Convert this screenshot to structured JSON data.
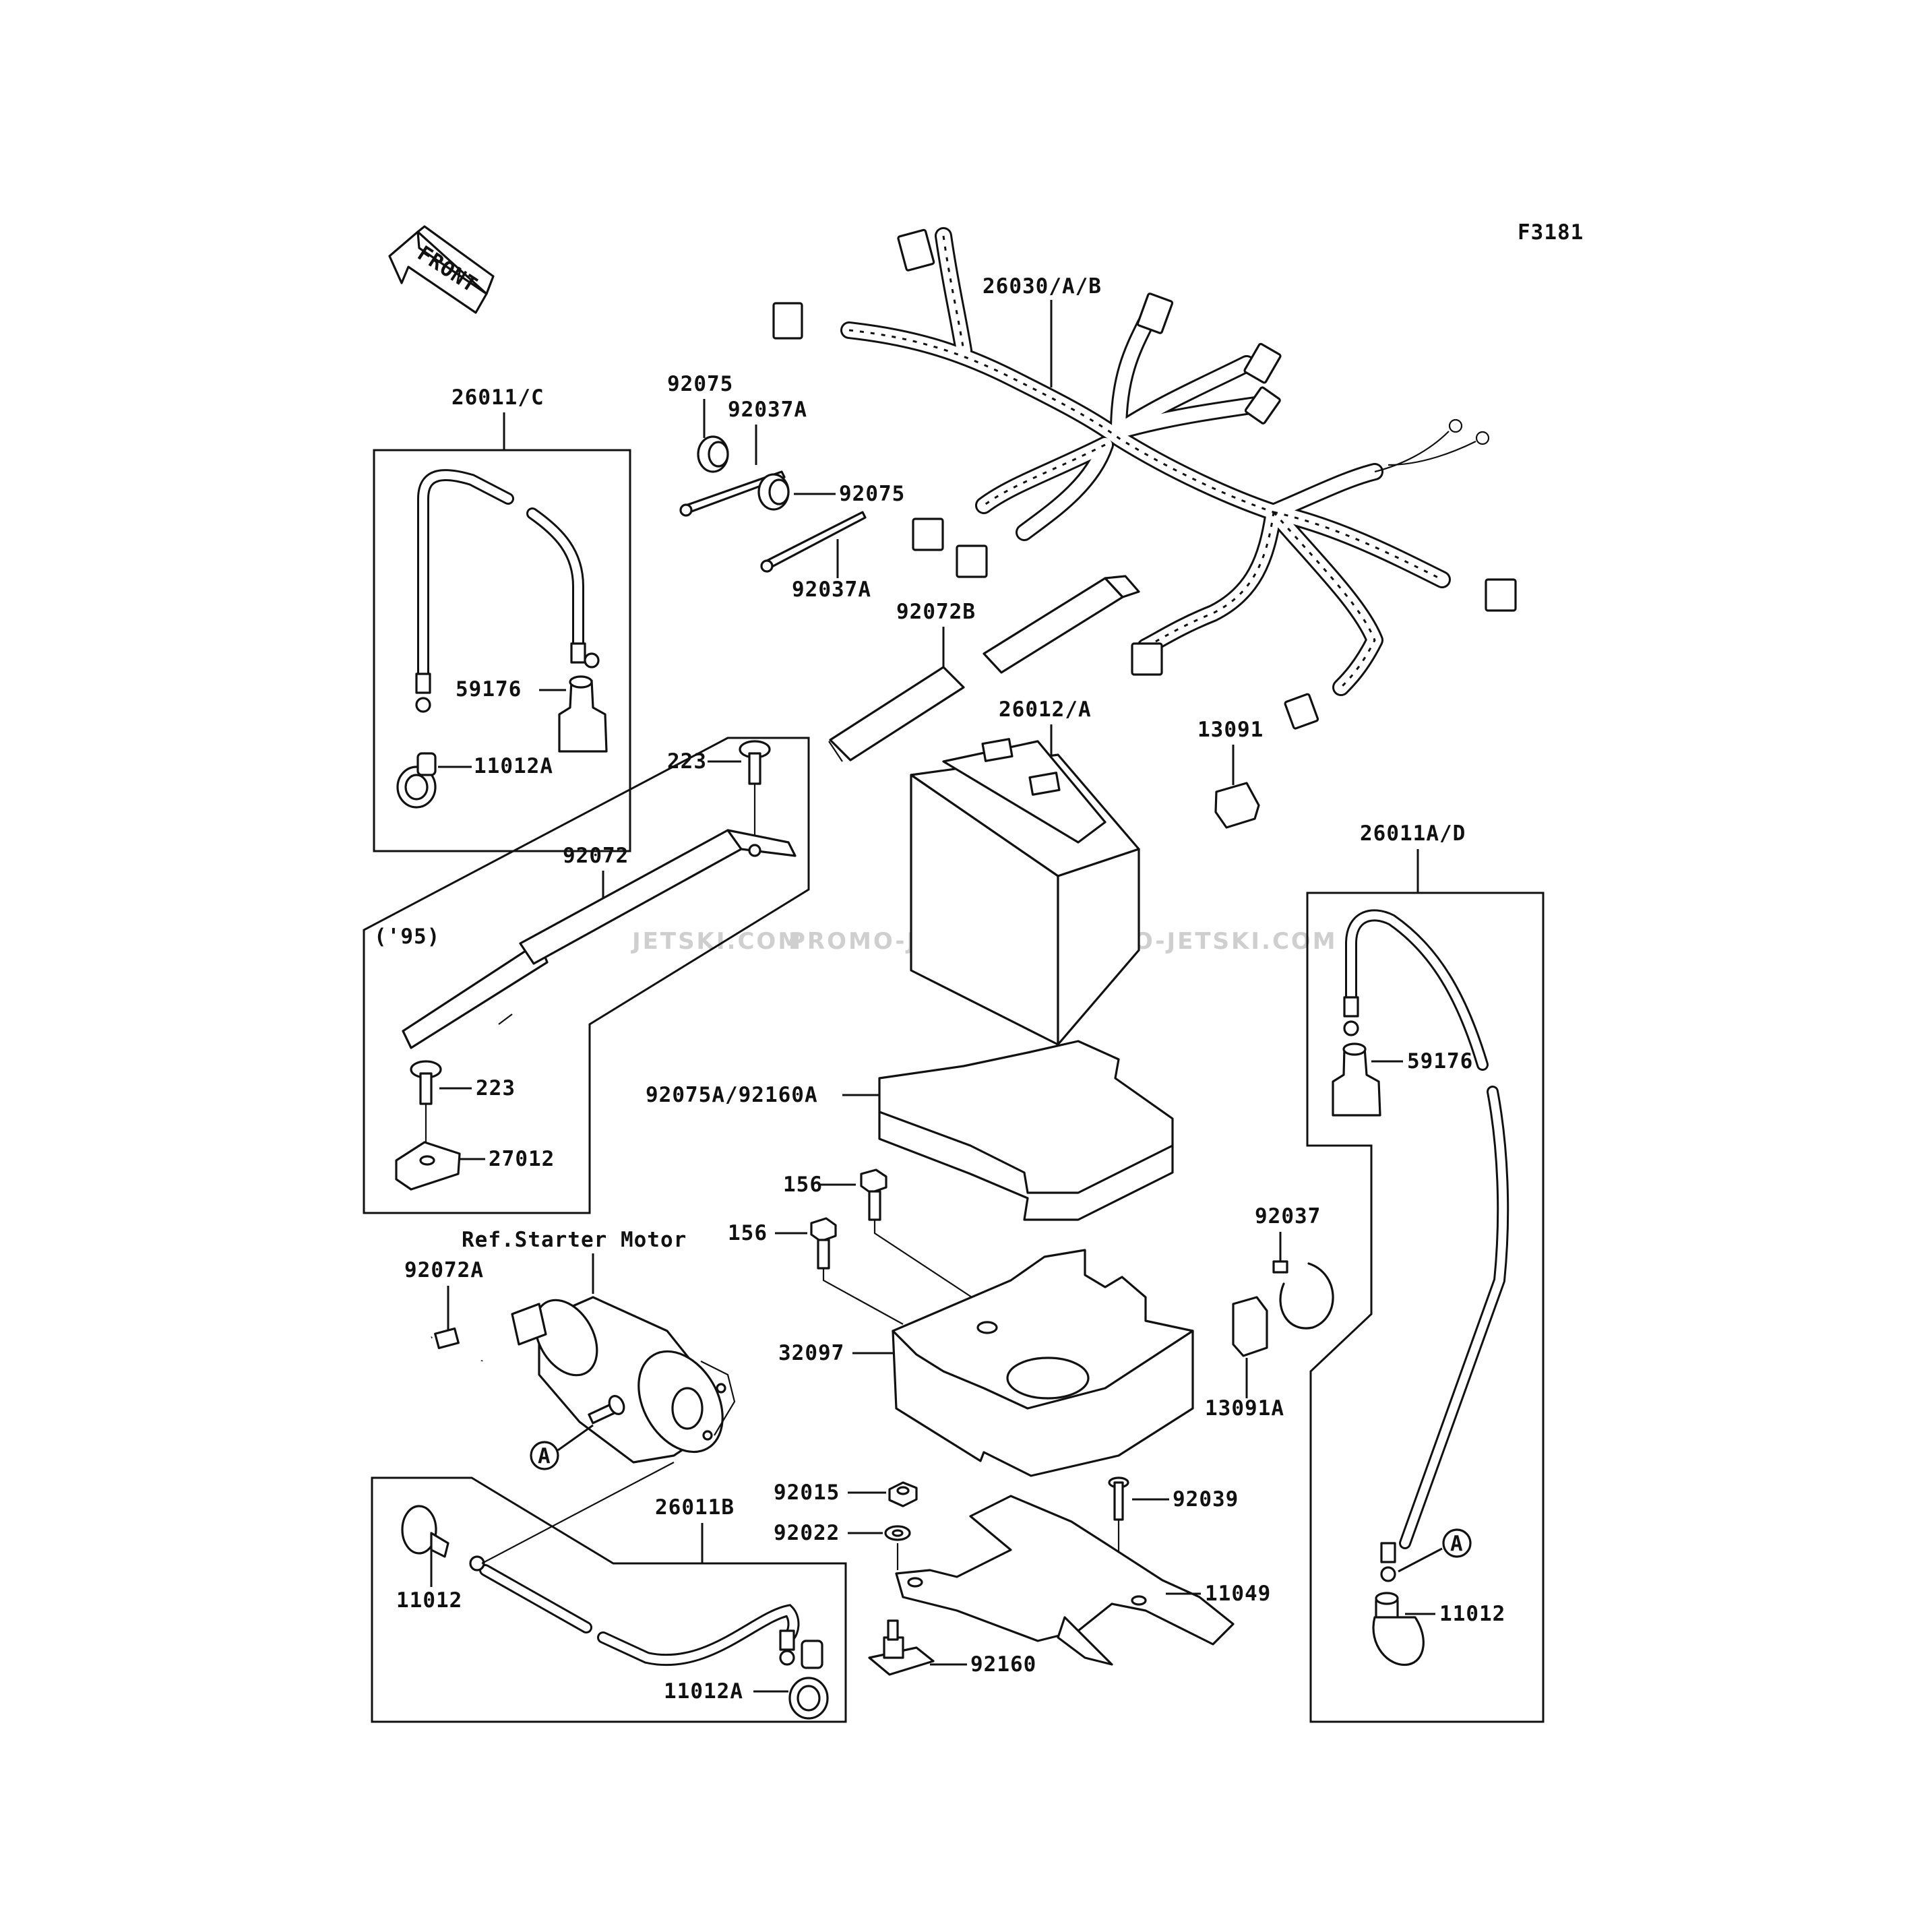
{
  "diagram": {
    "figure_code": "F3181",
    "front_arrow": "FRONT",
    "watermark": [
      "JETSKI.COM",
      "PROMO-JETSKI.COM",
      "PROMO-JETSKI.COM"
    ],
    "labels": {
      "harness": "26030/A/B",
      "cable_c": "26011/C",
      "cap_tl": "92075",
      "band_tl": "92037A",
      "cap_mid": "92075",
      "band_mid": "92037A",
      "strap_b": "92072B",
      "battery": "26012/A",
      "pad_13091": "13091",
      "boot_left": "59176",
      "cover_left": "11012A",
      "bolt_223_top": "223",
      "strap_92072": "92072",
      "year_95": "('95)",
      "bolt_223_bot": "223",
      "bracket_27012": "27012",
      "pad_92075a": "92075A/92160A",
      "bolt_156_a": "156",
      "bolt_156_b": "156",
      "ref_starter": "Ref.Starter Motor",
      "band_92072a": "92072A",
      "case_32097": "32097",
      "clamp_92037": "92037",
      "pad_13091a": "13091A",
      "cable_ad": "26011A/D",
      "boot_right": "59176",
      "nut_92015": "92015",
      "washer_92022": "92022",
      "stud_92039": "92039",
      "bracket_11049": "11049",
      "cable_b": "26011B",
      "cover_11012_left": "11012",
      "cover_11012a_bottom": "11012A",
      "damper_92160": "92160",
      "cover_11012_right": "11012",
      "ref_a_left": "A",
      "ref_a_right": "A"
    }
  }
}
